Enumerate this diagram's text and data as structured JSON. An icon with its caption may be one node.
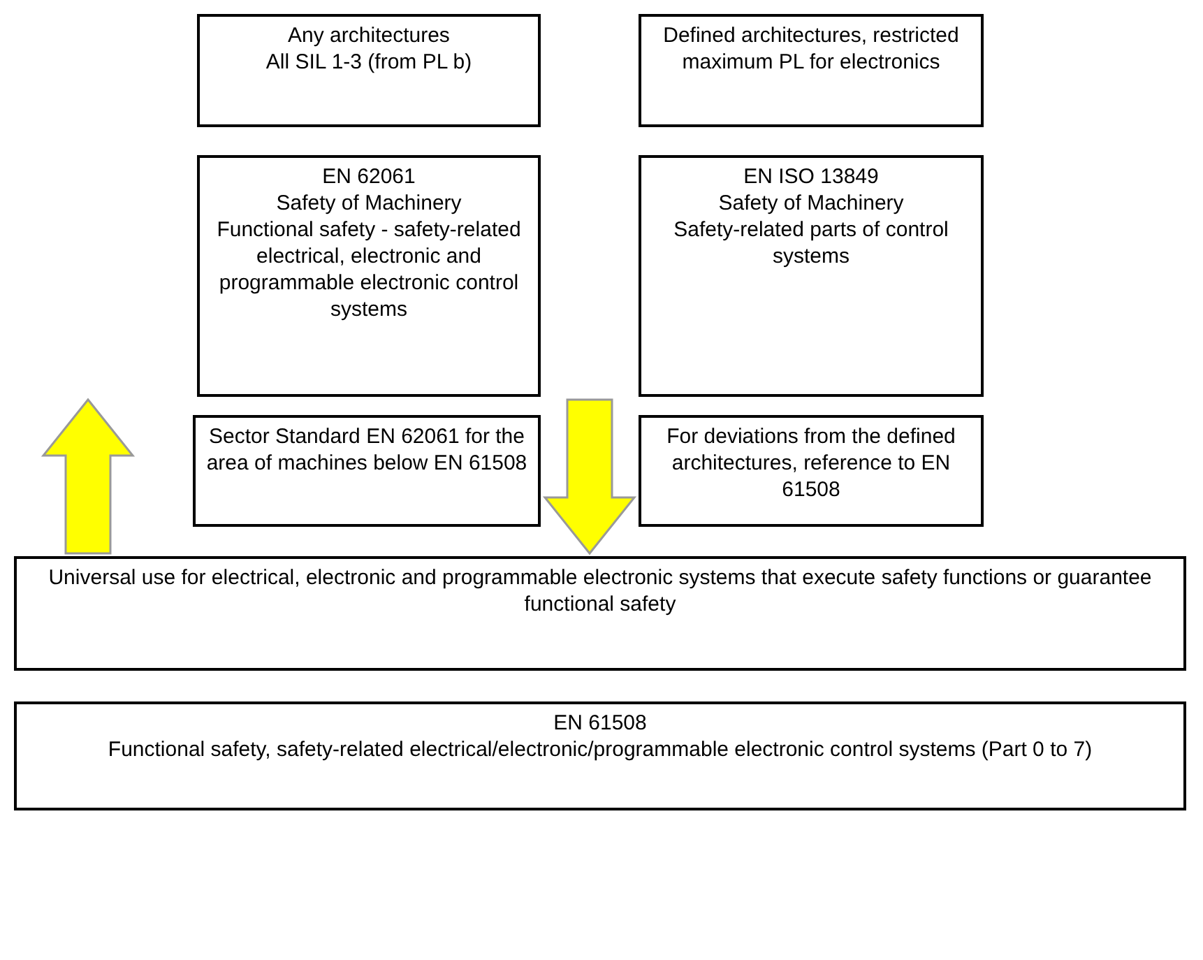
{
  "diagram": {
    "nodes": [
      {
        "text": [
          "Any architectures",
          "All SIL 1-3 (from PL b)"
        ]
      },
      {
        "text": [
          "Defined architectures, restricted maximum PL for electronics"
        ]
      },
      {
        "text": [
          "EN 62061",
          "Safety of Machinery",
          "Functional safety - safety-related electrical, electronic and programmable electronic control systems"
        ]
      },
      {
        "text": [
          "EN ISO 13849",
          "Safety of Machinery",
          "Safety-related parts of control systems"
        ]
      },
      {
        "text": [
          "Sector Standard EN 62061 for the area of machines below EN 61508"
        ]
      },
      {
        "text": [
          "For deviations from the defined architectures, reference to EN 61508"
        ]
      },
      {
        "text": [
          "Universal use for electrical, electronic and programmable electronic systems that execute safety functions or guarantee functional safety"
        ]
      },
      {
        "text": [
          "EN 61508",
          "Functional safety, safety-related electrical/electronic/programmable electronic control systems (Part 0 to 7)"
        ]
      }
    ],
    "edges": [
      {
        "from": 6,
        "to": 2,
        "arrow": "to"
      },
      {
        "from": 3,
        "to": 6,
        "arrow": "to"
      }
    ]
  }
}
